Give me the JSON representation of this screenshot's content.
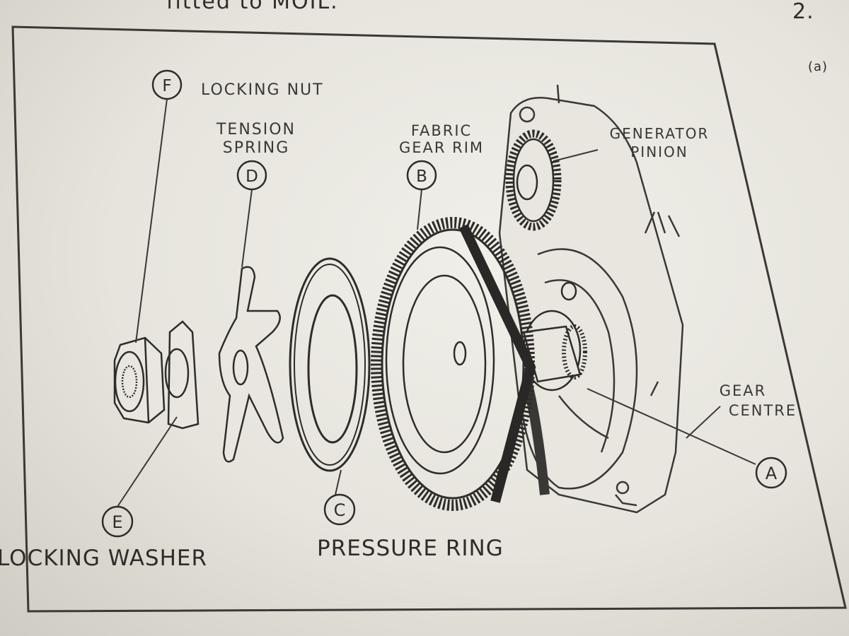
{
  "page": {
    "top_text_fragment": "fitted to MOIL.",
    "page_number": "2.",
    "margin_note": "(a)"
  },
  "parts": [
    {
      "letter": "A",
      "name_lines": [
        "GEAR",
        "CENTRE"
      ]
    },
    {
      "letter": "B",
      "name_lines": [
        "FABRIC",
        "GEAR RIM"
      ]
    },
    {
      "letter": "C",
      "name_lines": [
        "PRESSURE RING"
      ]
    },
    {
      "letter": "D",
      "name_lines": [
        "TENSION",
        "SPRING"
      ]
    },
    {
      "letter": "E",
      "name_lines": [
        "LOCKING WASHER"
      ]
    },
    {
      "letter": "F",
      "name_lines": [
        "LOCKING NUT"
      ]
    }
  ],
  "other_labels": {
    "generator_pinion": [
      "GENERATOR",
      "PINION"
    ]
  }
}
